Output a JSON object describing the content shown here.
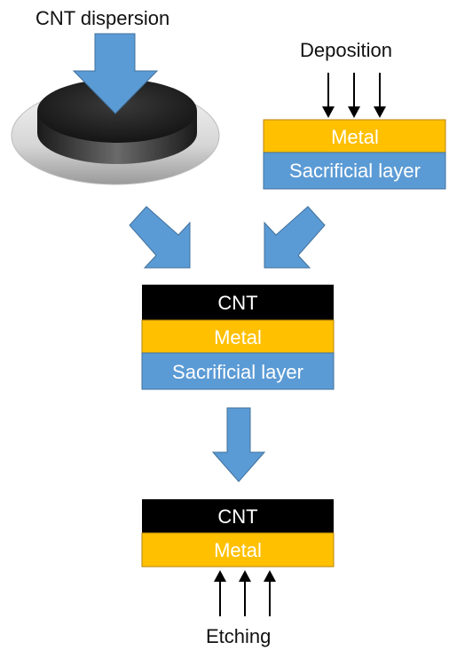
{
  "labels": {
    "cnt_dispersion": "CNT dispersion",
    "deposition": "Deposition",
    "etching": "Etching"
  },
  "top_right_stack": {
    "metal": "Metal",
    "sacrificial": "Sacrificial layer"
  },
  "middle_stack": {
    "cnt": "CNT",
    "metal": "Metal",
    "sacrificial": "Sacrificial layer"
  },
  "bottom_stack": {
    "cnt": "CNT",
    "metal": "Metal"
  },
  "colors": {
    "cnt_layer": "#000000",
    "metal_layer": "#ffc000",
    "sacrificial_layer": "#5b9bd5",
    "flow_arrow": "#5b9bd5",
    "disk": "#1a1a1a",
    "plate": "#d0d0d0"
  },
  "icons": {
    "process_arrow": "blue-block-arrow",
    "deposition_arrows": "black-down-arrows",
    "etching_arrows": "black-up-arrows"
  }
}
